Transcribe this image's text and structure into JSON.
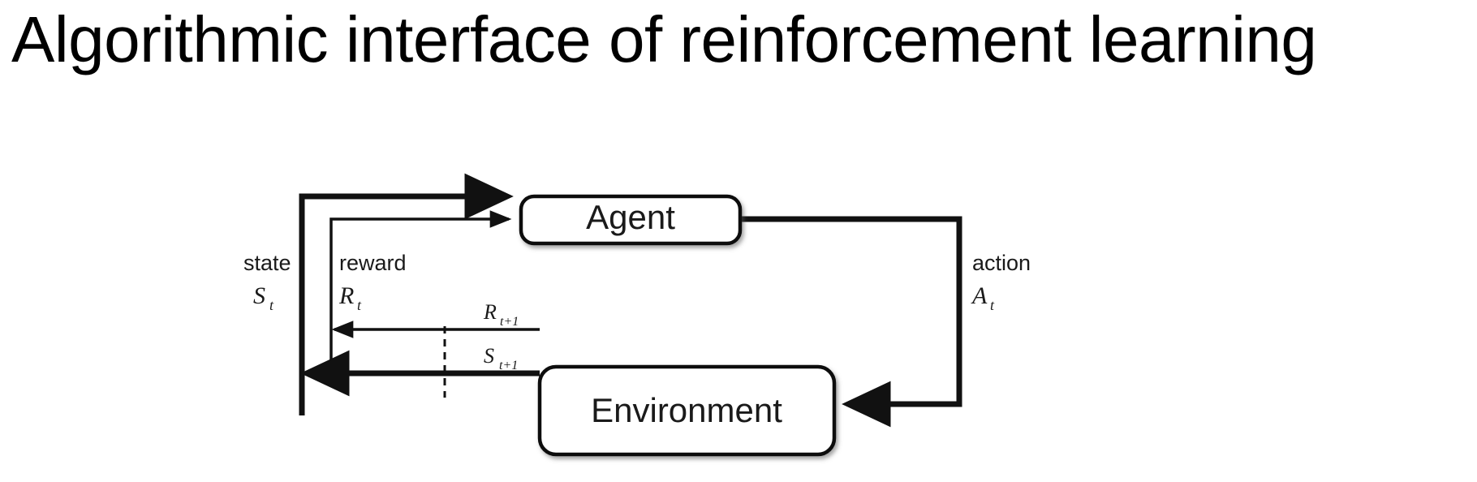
{
  "slide": {
    "title": "Algorithmic interface of reinforcement learning",
    "background_color": "#ffffff",
    "ink_color": "#000000"
  },
  "diagram": {
    "name": "agent-environment-interaction-loop",
    "type": "block-diagram",
    "nodes": [
      {
        "id": "agent",
        "label": "Agent",
        "shape": "rounded-rectangle"
      },
      {
        "id": "environment",
        "label": "Environment",
        "shape": "rounded-rectangle"
      }
    ],
    "edges": [
      {
        "id": "state-in",
        "from": "environment",
        "to": "agent",
        "label": "state",
        "symbol": "S",
        "subscript": "t",
        "weight": "thick"
      },
      {
        "id": "reward-in",
        "from": "environment",
        "to": "agent",
        "label": "reward",
        "symbol": "R",
        "subscript": "t",
        "weight": "thin"
      },
      {
        "id": "action-out",
        "from": "agent",
        "to": "environment",
        "label": "action",
        "symbol": "A",
        "subscript": "t",
        "weight": "thick"
      },
      {
        "id": "reward-next",
        "from": "environment",
        "to": "boundary",
        "symbol": "R",
        "subscript": "t+1",
        "weight": "thin"
      },
      {
        "id": "state-next",
        "from": "environment",
        "to": "boundary",
        "symbol": "S",
        "subscript": "t+1",
        "weight": "thick"
      }
    ],
    "labels": {
      "agent": "Agent",
      "environment": "Environment",
      "state": "state",
      "reward": "reward",
      "action": "action",
      "state_symbol": "S",
      "state_subscript": "t",
      "reward_symbol": "R",
      "reward_subscript": "t",
      "action_symbol": "A",
      "action_subscript": "t",
      "reward_next_symbol": "R",
      "reward_next_subscript": "t+1",
      "state_next_symbol": "S",
      "state_next_subscript": "t+1"
    },
    "boundary": {
      "name": "time-step-boundary",
      "style": "dashed-vertical-line"
    }
  }
}
